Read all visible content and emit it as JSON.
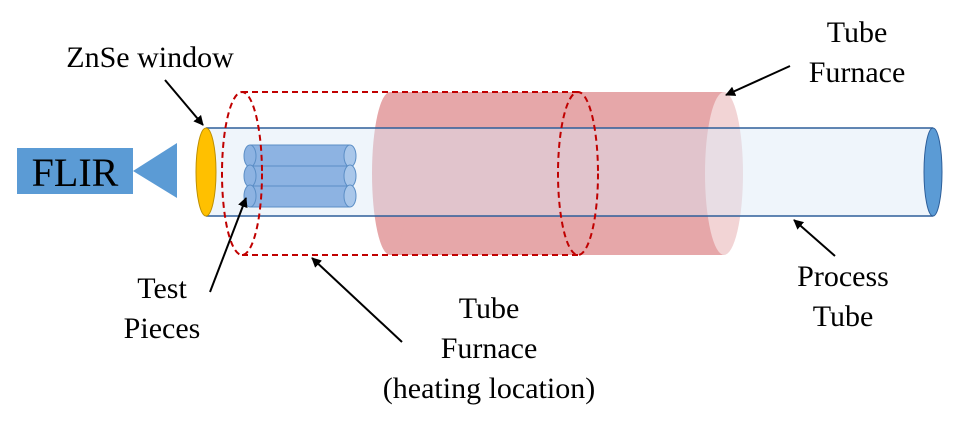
{
  "labels": {
    "flir": "FLIR",
    "znse_window": "ZnSe window",
    "tube_furnace_top_line1": "Tube",
    "tube_furnace_top_line2": "Furnace",
    "test_pieces_line1": "Test",
    "test_pieces_line2": "Pieces",
    "tube_furnace_bottom_line1": "Tube",
    "tube_furnace_bottom_line2": "Furnace",
    "tube_furnace_bottom_line3": "(heating location)",
    "process_tube_line1": "Process",
    "process_tube_line2": "Tube"
  },
  "colors": {
    "flir": "#5b9bd5",
    "znse_window": "#ffc000",
    "process_tube_fill": "#eef4fb",
    "process_tube_stroke": "#2e5f9a",
    "tube_end_cap": "#5b9bd5",
    "furnace_body": "#e6a7a9",
    "furnace_front_face": "#f2d4d5",
    "heating_outline": "#c00000",
    "test_pieces_fill": "#8db3e2",
    "test_pieces_stroke": "#5b8ec6",
    "arrows": "#000000"
  }
}
